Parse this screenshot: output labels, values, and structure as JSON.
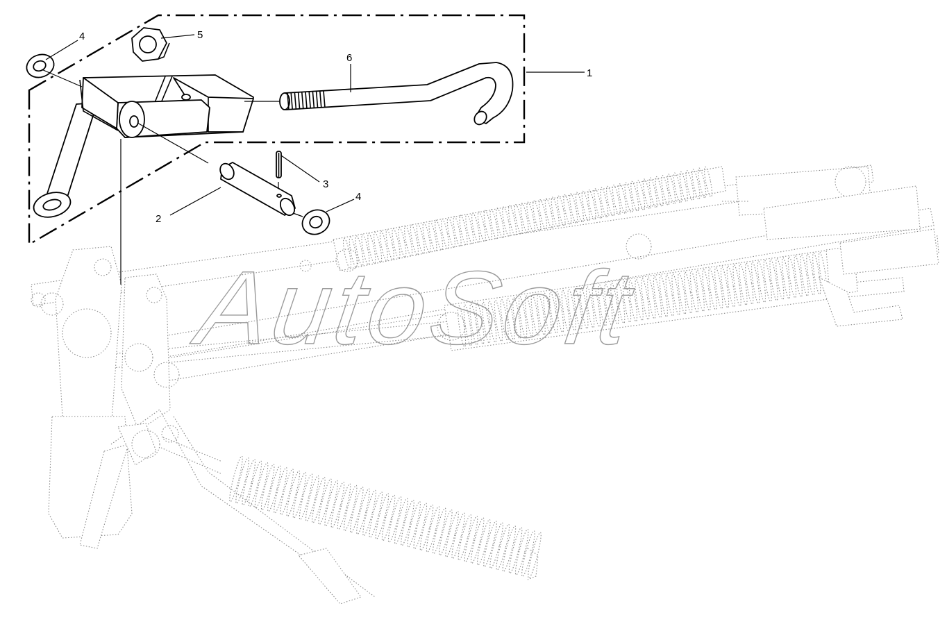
{
  "watermark": {
    "text": "AutoSoft"
  },
  "callouts": {
    "c1": "1",
    "c2": "2",
    "c3": "3",
    "c4a": "4",
    "c4b": "4",
    "c5": "5",
    "c6": "6"
  }
}
